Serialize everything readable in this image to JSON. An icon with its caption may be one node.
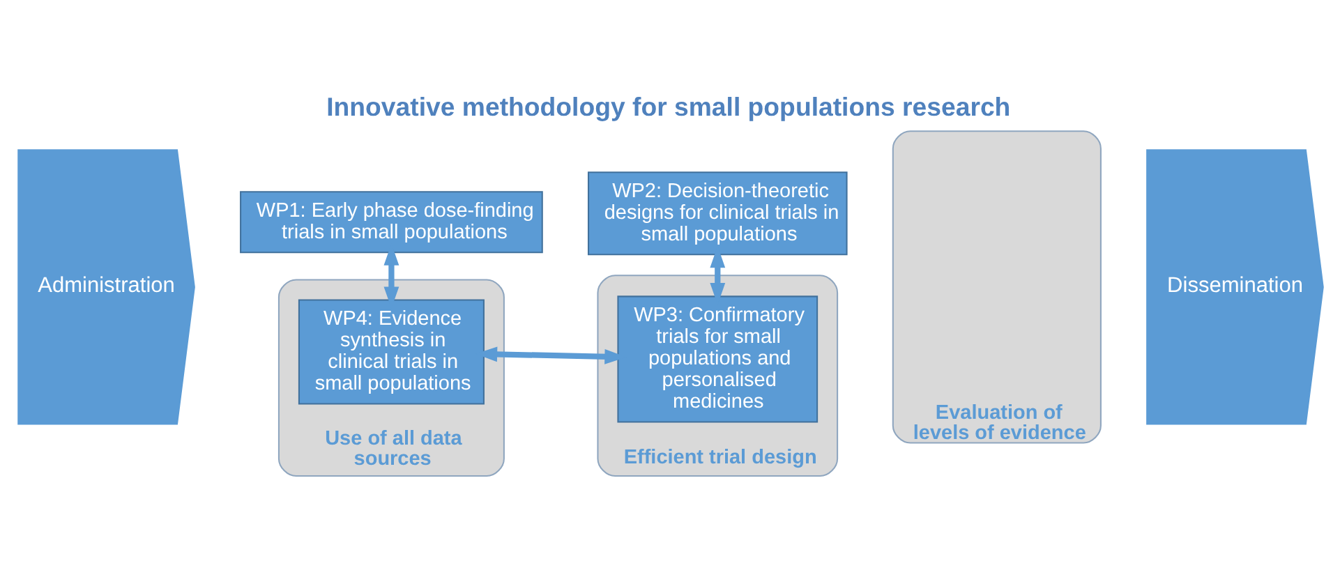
{
  "diagram": {
    "title": "Innovative methodology for small populations research",
    "nodes": [
      {
        "text": [
          "Administration"
        ]
      },
      {
        "text": [
          "Use of all data sources"
        ]
      },
      {
        "text": [
          "Efficient trial design"
        ]
      },
      {
        "text": [
          "Evaluation of levels of evidence"
        ]
      },
      {
        "text": [
          "WP1: Early phase dose-finding trials in small populations"
        ]
      },
      {
        "text": [
          "WP2: Decision-theoretic designs for clinical trials in small populations"
        ]
      },
      {
        "text": [
          "WP4: Evidence synthesis in clinical trials in small populations"
        ],
        "in": 1
      },
      {
        "text": [
          "WP3: Confirmatory trials for small populations and personalised medicines"
        ],
        "in": 2
      },
      {
        "text": [
          "Dissemination"
        ]
      }
    ],
    "edges": [
      {
        "from": 4,
        "to": 6,
        "arrow": "both"
      },
      {
        "from": 5,
        "to": 7,
        "arrow": "both"
      },
      {
        "from": 6,
        "to": 7,
        "arrow": "both"
      }
    ]
  }
}
